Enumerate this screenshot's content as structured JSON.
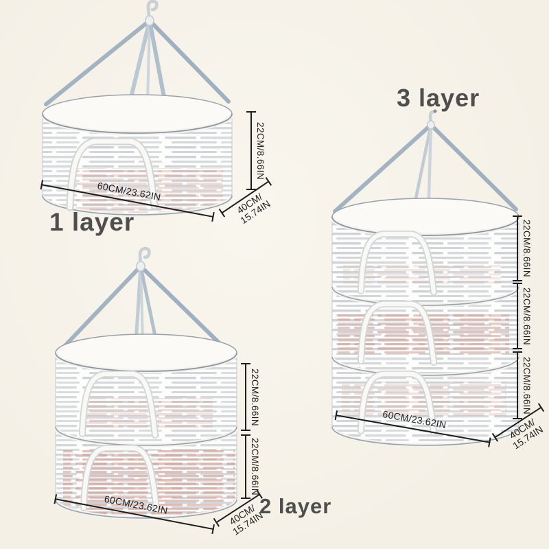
{
  "colors": {
    "background_color": "#f4f0e6",
    "dimension_color": "#1d1d1d",
    "label_color": "#4e4e4e",
    "strap_color": "#a3b3c2",
    "mesh_stripe_color": "#c4c9cf",
    "content_pink_color": "#cf9a90"
  },
  "products": [
    {
      "label": "1 layer",
      "layer_count": 1,
      "height_labels": [
        "22CM/8.66IN"
      ],
      "width_label": "60CM/23.62IN",
      "depth_label_line1": "40CM/",
      "depth_label_line2": "15.74IN"
    },
    {
      "label": "2 layer",
      "layer_count": 2,
      "height_labels": [
        "22CM/8.66IN",
        "22CM/8.66IN"
      ],
      "width_label": "60CM/23.62IN",
      "depth_label_line1": "40CM/",
      "depth_label_line2": "15.74IN"
    },
    {
      "label": "3 layer",
      "layer_count": 3,
      "height_labels": [
        "22CM/8.66IN",
        "22CM/8.66IN",
        "22CM/8.66IN"
      ],
      "width_label": "60CM/23.62IN",
      "depth_label_line1": "40CM/",
      "depth_label_line2": "15.74IN"
    }
  ]
}
